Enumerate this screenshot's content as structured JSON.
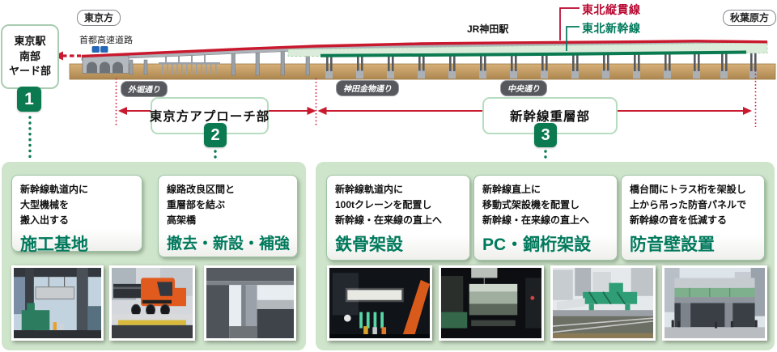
{
  "diagram": {
    "tokyo_side": "東京方",
    "akihabara_side": "秋葉原方",
    "expressway": "首都高速道路",
    "station": "JR神田駅",
    "line_red_label": "東北縦貫線",
    "line_green_label": "東北新幹線",
    "yard": {
      "line1": "東京駅",
      "line2": "南部",
      "line3": "ヤード部",
      "badge": "1"
    },
    "streets": [
      "外堀通り",
      "神田金物通り",
      "中央通り"
    ],
    "sections": [
      {
        "label": "東京方アプローチ部",
        "badge": "2"
      },
      {
        "label": "新幹線重層部",
        "badge": "3"
      }
    ]
  },
  "panels": {
    "left": {
      "cards": [
        {
          "lines": [
            "新幹線軌道内に",
            "大型機械を",
            "搬入出する"
          ],
          "title": "施工基地"
        },
        {
          "lines": [
            "線路改良区間と",
            "重層部を結ぶ",
            "高架橋"
          ],
          "title": "撤去・新設・補強"
        }
      ],
      "photos": [
        "gantry-crane-work",
        "orange-mobile-crane",
        "under-viaduct"
      ]
    },
    "right": {
      "cards": [
        {
          "lines": [
            "新幹線軌道内に",
            "100tクレーンを配置し",
            "新幹線・在来線の直上へ"
          ],
          "title": "鉄骨架設"
        },
        {
          "lines": [
            "新幹線直上に",
            "移動式架設機を配置し",
            "新幹線・在来線の直上へ"
          ],
          "title": "PC・鋼桁架設"
        },
        {
          "lines": [
            "橋台間にトラス桁を架設し",
            "上から吊った防音パネルで",
            "新幹線の音を低減する"
          ],
          "title": "防音壁設置"
        }
      ],
      "photos": [
        "night-steel-erection",
        "night-girder-erection",
        "girder-launcher-machine",
        "noise-barrier-street"
      ]
    }
  },
  "colors": {
    "accent_red": "#c9192e",
    "label_red": "#b8062f",
    "accent_green": "#00795c",
    "badge_green": "#0b7a50",
    "panel_bg": "#cfe5cb",
    "ground_brown": "#c39a60",
    "pill_bg": "#56585d",
    "highway_blue": "#2268bd"
  }
}
